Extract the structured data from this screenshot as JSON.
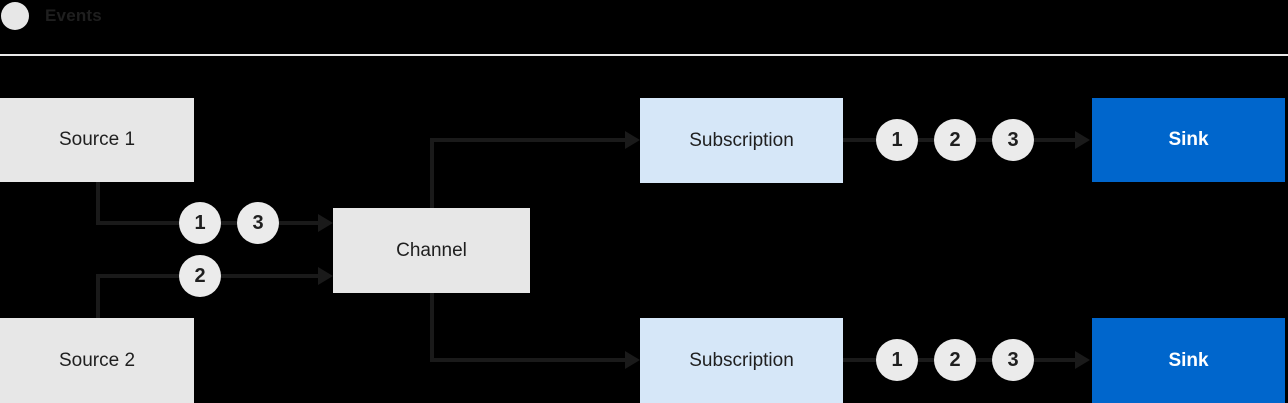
{
  "legend": {
    "label": "Events"
  },
  "nodes": {
    "source1": {
      "label": "Source 1"
    },
    "source2": {
      "label": "Source 2"
    },
    "channel": {
      "label": "Channel"
    },
    "subscription1": {
      "label": "Subscription"
    },
    "subscription2": {
      "label": "Subscription"
    },
    "sink1": {
      "label": "Sink"
    },
    "sink2": {
      "label": "Sink"
    }
  },
  "events": {
    "source1_to_channel": [
      "1",
      "3"
    ],
    "source2_to_channel": [
      "2"
    ],
    "subscription1_to_sink1": [
      "1",
      "2",
      "3"
    ],
    "subscription2_to_sink2": [
      "1",
      "2",
      "3"
    ]
  },
  "colors": {
    "background": "#000000",
    "node_gray": "#e7e7e7",
    "subscription_blue": "#d6e7f8",
    "sink_blue": "#0066cc",
    "line": "#1a1a1a",
    "text_dark": "#1f1f1f",
    "sink_text": "#ffffff",
    "divider": "#e8e8e8",
    "event_badge": "#ebebeb"
  }
}
